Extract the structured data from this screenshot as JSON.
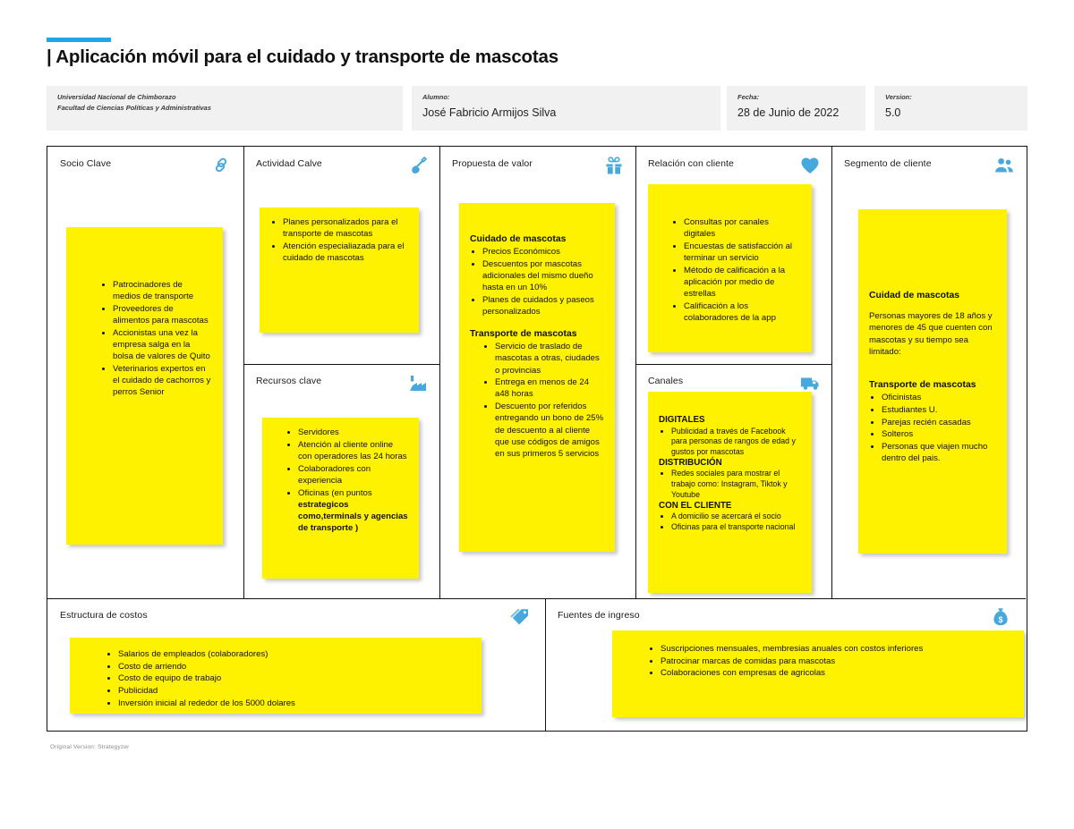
{
  "header": {
    "title": "| Aplicación móvil para el cuidado y transporte de mascotas",
    "accent_color": "#1EA7E8",
    "meta": {
      "institution_line1": "Universidad Nacional de Chimborazo",
      "institution_line2": "Facultad de Ciencias Políticas y Administrativas",
      "student_label": "Alumno:",
      "student_value": "José Fabricio Armijos Silva",
      "date_label": "Fecha:",
      "date_value": "28 de Junio de 2022",
      "version_label": "Version:",
      "version_value": "5.0"
    }
  },
  "canvas": {
    "key_partners": {
      "title": "Socio Clave",
      "icon": "link-icon",
      "items": [
        "Patrocinadores de medios de transporte",
        "Proveedores de alimentos para mascotas",
        "Accionistas una vez la empresa salga en la bolsa de valores de Quito",
        "Veterinarios expertos en el cuidado de cachorros y perros Senior"
      ]
    },
    "key_activities": {
      "title": "Actividad Calve",
      "icon": "shovel-icon",
      "items": [
        "Planes personalizados para  el  transporte de mascotas",
        "Atención especialiazada para el cuidado de mascotas"
      ]
    },
    "key_resources": {
      "title": "Recursos clave",
      "icon": "factory-icon",
      "items": [
        "Servidores",
        "Atención al cliente online con operadores las 24 horas",
        "Colaboradores con experiencia",
        "Oficinas (en puntos "
      ],
      "last_item_bold": "estrategicos como,terminals y agencias de transporte )"
    },
    "value_proposition": {
      "title": "Propuesta de valor",
      "icon": "gift-icon",
      "group1_heading": "Cuidado de mascotas",
      "group1_items": [
        "Precios Económicos",
        "Descuentos por mascotas adicionales del mismo dueño hasta en un 10%",
        "Planes de cuidados y paseos personalizados"
      ],
      "group2_heading": "Transporte de mascotas",
      "group2_items": [
        "Servicio de traslado de mascotas a otras, ciudades o provincias",
        "Entrega en menos de 24 a48 horas",
        "Descuento por referidos entregando un bono de 25% de descuento a al cliente que use códigos de amigos en sus primeros 5 servicios"
      ]
    },
    "customer_relationships": {
      "title": "Relación con cliente",
      "icon": "heart-icon",
      "items": [
        "Consultas por canales digitales",
        "Encuestas de satisfacción al terminar un servicio",
        "Método de calificación a la aplicación por medio de estrellas",
        "Calificación a los colaboradores de la app"
      ]
    },
    "channels": {
      "title": "Canales",
      "icon": "truck-icon",
      "group1_heading": "DIGITALES",
      "group1_items": [
        "Publicidad a través de Facebook para personas de rangos de edad y gustos por mascotas"
      ],
      "group2_heading": "DISTRIBUCIÓN",
      "group2_items": [
        "Redes sociales para mostrar el trabajo como: Instagram, Tiktok y Youtube"
      ],
      "group3_heading": "CON EL CLIENTE",
      "group3_items": [
        "A domicilio se acercará el socio",
        "Oficinas para el transporte nacional"
      ]
    },
    "customer_segments": {
      "title": "Segmento de cliente",
      "icon": "people-icon",
      "group1_heading": "Cuidad de mascotas",
      "group1_paragraph": "Personas mayores de 18 años y menores de 45 que cuenten con mascotas y su tiempo sea limitado:",
      "group2_heading": "Transporte de mascotas",
      "group2_items": [
        "Oficinistas",
        "Estudiantes U.",
        "Parejas recién casadas",
        "Solteros",
        "Personas que viajen mucho dentro del pais."
      ]
    },
    "cost_structure": {
      "title": "Estructura de costos",
      "icon": "tag-icon",
      "items": [
        "Salarios de empleados (colaboradores)",
        "Costo de arriendo",
        "Costo de equipo de trabajo",
        "Publicidad",
        "Inversión inicial al rededor de los 5000 dolares"
      ]
    },
    "revenue_streams": {
      "title": "Fuentes de ingreso",
      "icon": "money-bag-icon",
      "items": [
        "Suscripciones mensuales, membresias anuales con costos inferiores",
        "Patrocinar marcas de comidas para mascotas",
        "Colaboraciones con empresas de agricolas"
      ]
    }
  },
  "footer": {
    "credit": "Original Version: Strategyzer"
  },
  "colors": {
    "note_yellow": "#FFF200",
    "icon_blue": "#46A8DC",
    "meta_gray": "#F1F1F1",
    "border_black": "#111111"
  }
}
